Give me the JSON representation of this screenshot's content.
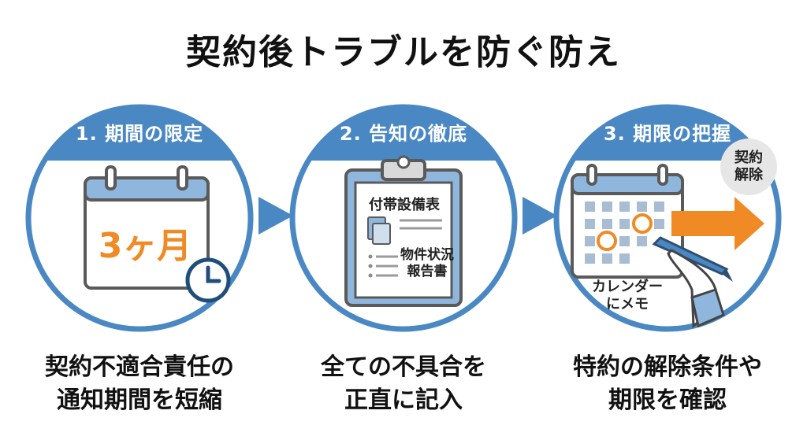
{
  "title": "契約後トラブルを防ぐ防え",
  "colors": {
    "blue": "#4a88c4",
    "light_blue": "#8fb6dc",
    "orange": "#f08a24",
    "gray": "#6b6b6b",
    "pale": "#e8eef5"
  },
  "steps": [
    {
      "heading": "1. 期間の限定",
      "icon": "calendar-clock-icon",
      "calendar_text": "3ヶ月",
      "caption_lines": [
        "契約不適合責任の",
        "通知期間を短縮"
      ]
    },
    {
      "heading": "2. 告知の徹底",
      "icon": "clipboard-icon",
      "doc_title": "付帯設備表",
      "doc_subtitle_lines": [
        "物件状況",
        "報告書"
      ],
      "caption_lines": [
        "全ての不具合を",
        "正直に記入"
      ]
    },
    {
      "heading": "3. 期限の把握",
      "icon": "calendar-pen-icon",
      "bubble_lines": [
        "契約",
        "解除"
      ],
      "note_lines": [
        "カレンダー",
        "にメモ"
      ],
      "caption_lines": [
        "特約の解除条件や",
        "期限を確認"
      ]
    }
  ]
}
